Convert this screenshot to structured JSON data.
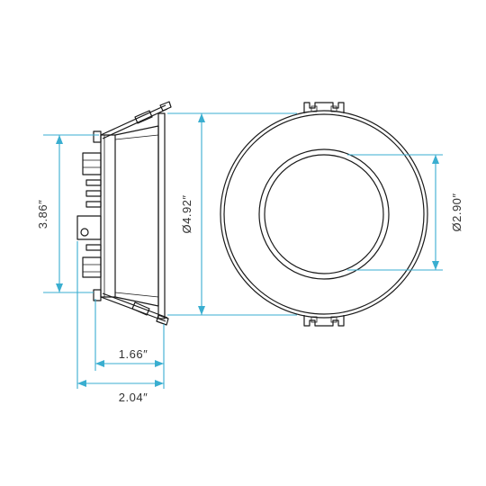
{
  "dimensions": {
    "height": "3.86″",
    "outer_diameter": "Ø4.92″",
    "inner_diameter": "Ø2.90″",
    "body_depth": "1.66″",
    "total_depth": "2.04″"
  },
  "colors": {
    "line": "#1a1a1a",
    "dimension": "#3aaed0",
    "text": "#333333"
  }
}
